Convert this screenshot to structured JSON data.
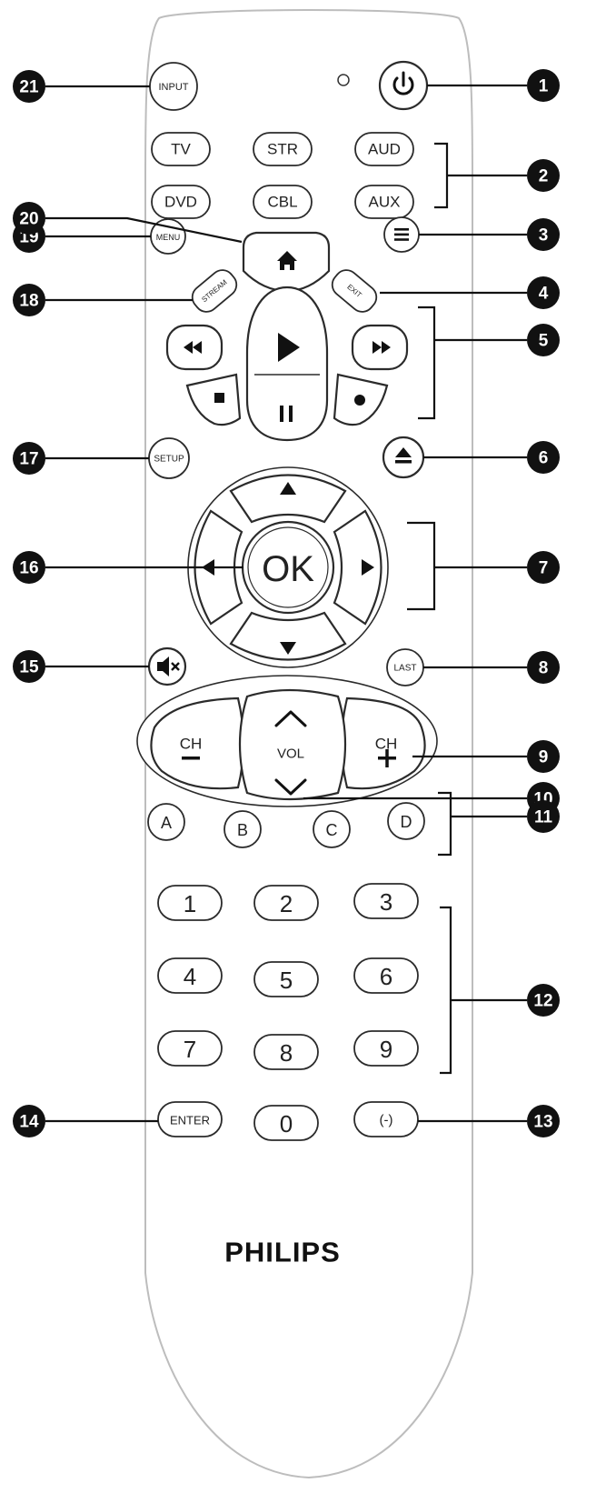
{
  "buttons": {
    "input": "INPUT",
    "tv": "TV",
    "str": "STR",
    "aud": "AUD",
    "dvd": "DVD",
    "cbl": "CBL",
    "aux": "AUX",
    "menu": "MENU",
    "stream": "STREAM",
    "exit": "EXIT",
    "setup": "SETUP",
    "ok": "OK",
    "last": "LAST",
    "ch_minus_label": "CH",
    "ch_plus_label": "CH",
    "vol": "VOL",
    "a": "A",
    "b": "B",
    "c": "C",
    "d": "D",
    "n1": "1",
    "n2": "2",
    "n3": "3",
    "n4": "4",
    "n5": "5",
    "n6": "6",
    "n7": "7",
    "n8": "8",
    "n9": "9",
    "n0": "0",
    "enter": "ENTER",
    "dash": "(-)"
  },
  "icons": {
    "power": "power-icon",
    "home": "home-icon",
    "options": "hamburger-menu-icon",
    "rewind": "rewind-icon",
    "play": "play-icon",
    "fast_forward": "fast-forward-icon",
    "stop": "stop-icon",
    "pause": "pause-icon",
    "record": "record-icon",
    "eject": "eject-icon",
    "up": "arrow-up-icon",
    "down": "arrow-down-icon",
    "left": "arrow-left-icon",
    "right": "arrow-right-icon",
    "mute": "mute-icon",
    "vol_up": "chevron-up-icon",
    "vol_down": "chevron-down-icon",
    "minus": "minus-icon",
    "plus": "plus-icon",
    "led": "indicator-led"
  },
  "brand": "PHILIPS",
  "callouts": [
    "1",
    "2",
    "3",
    "4",
    "5",
    "6",
    "7",
    "8",
    "9",
    "10",
    "11",
    "12",
    "13",
    "14",
    "15",
    "16",
    "17",
    "18",
    "19",
    "20",
    "21"
  ]
}
